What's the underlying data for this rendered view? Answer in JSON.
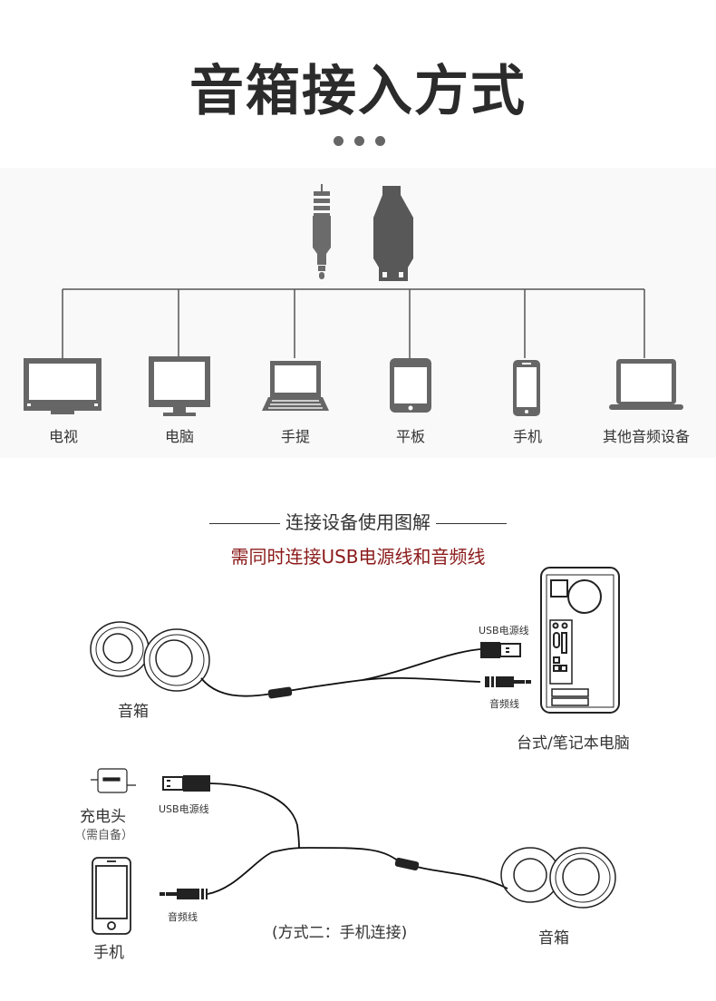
{
  "header": {
    "title": "音箱接入方式"
  },
  "connectors": [
    {
      "name": "3.5mm-jack"
    },
    {
      "name": "usb-plug"
    }
  ],
  "devices": [
    {
      "label": "电视",
      "icon": "tv-icon"
    },
    {
      "label": "电脑",
      "icon": "monitor-icon"
    },
    {
      "label": "手提",
      "icon": "laptop-keyboard-icon"
    },
    {
      "label": "平板",
      "icon": "tablet-icon"
    },
    {
      "label": "手机",
      "icon": "phone-icon"
    },
    {
      "label": "其他音频设备",
      "icon": "laptop-icon"
    }
  ],
  "section": {
    "title": "连接设备使用图解",
    "subtitle": "需同时连接USB电源线和音频线",
    "subtitle_color": "#8b1a1a"
  },
  "method1": {
    "speaker_label": "音箱",
    "usb_label": "USB电源线",
    "audio_label": "音频线",
    "computer_label": "台式/笔记本电脑"
  },
  "method2": {
    "charger_label": "充电头",
    "charger_note": "（需自备）",
    "usb_label": "USB电源线",
    "audio_label": "音频线",
    "phone_label": "手机",
    "caption": "(方式二：手机连接)",
    "speaker_label": "音箱"
  }
}
